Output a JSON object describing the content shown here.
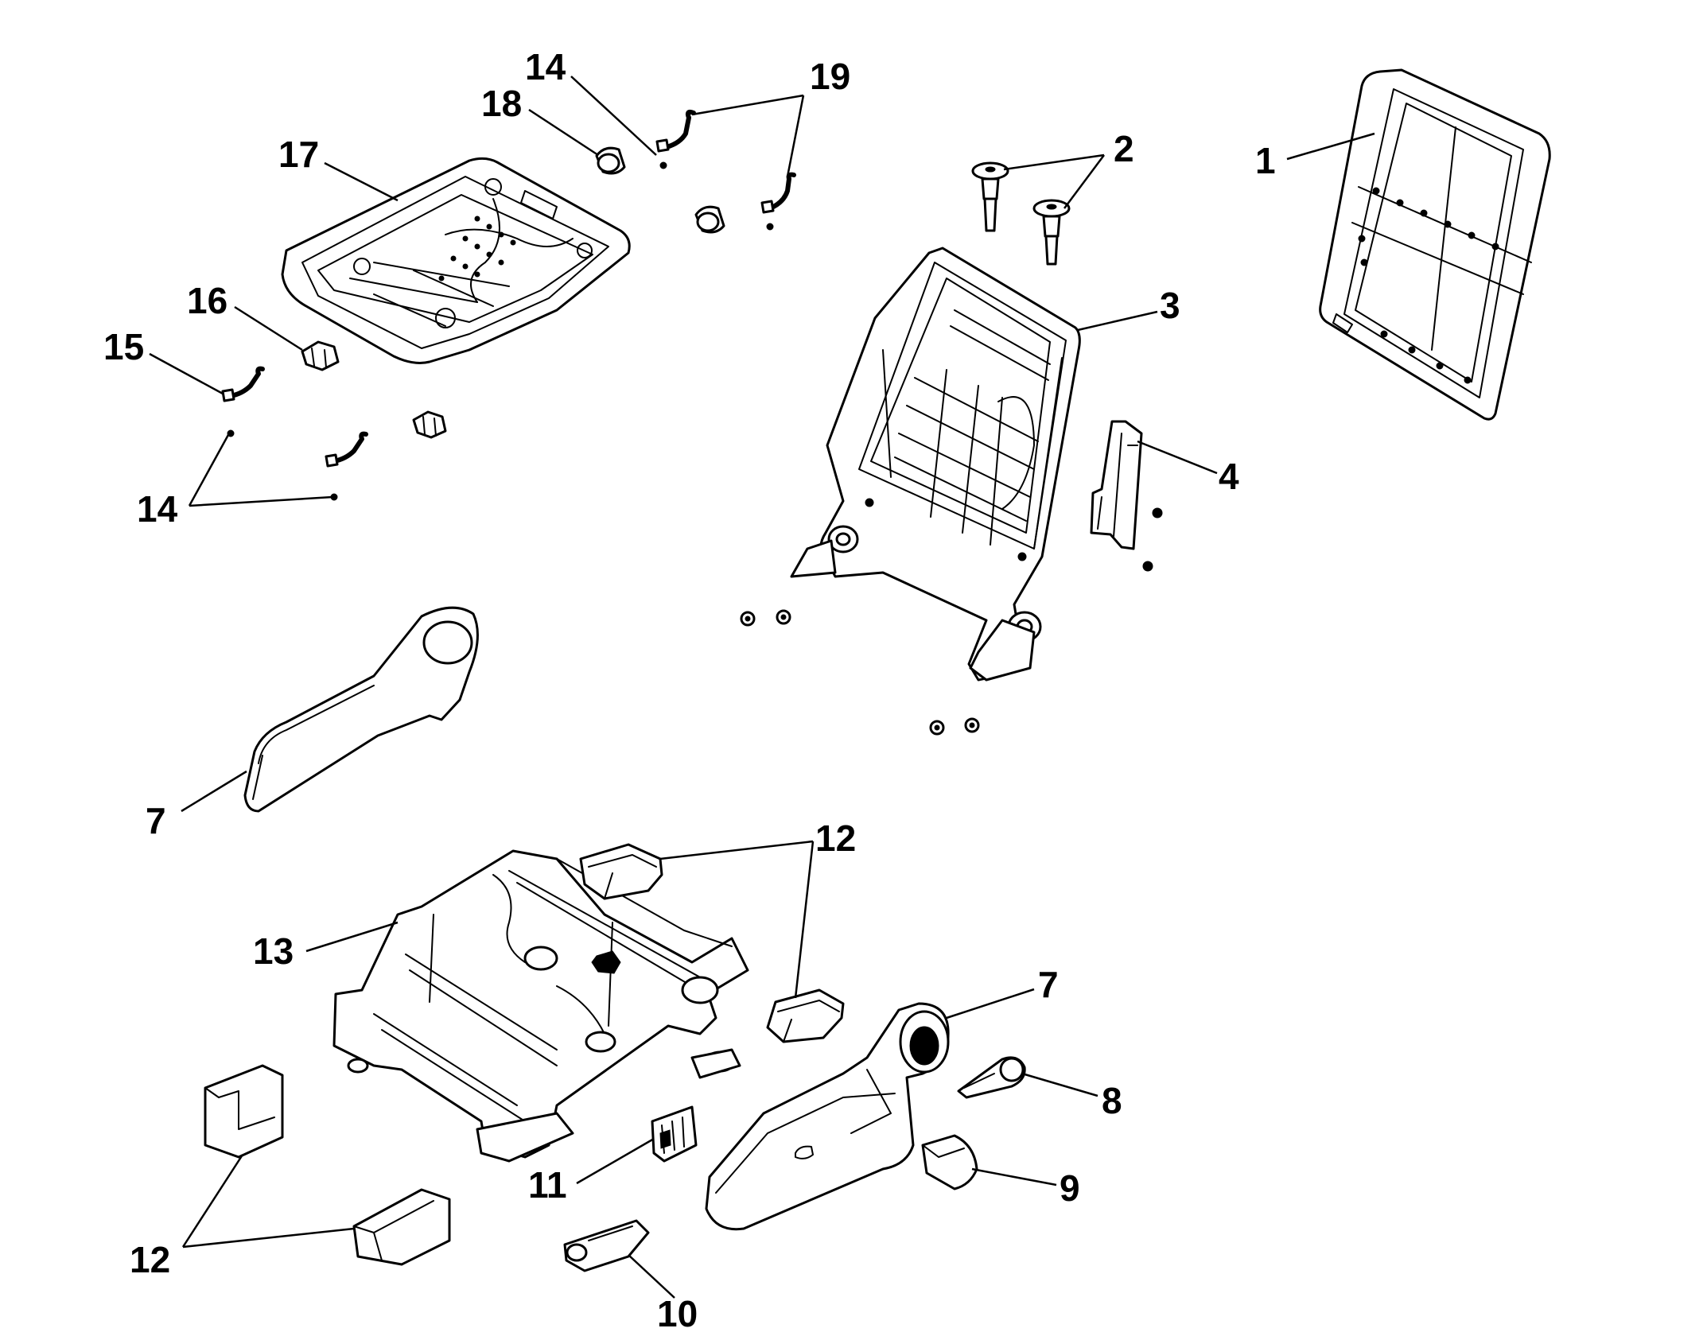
{
  "diagram": {
    "callouts": [
      {
        "id": "c1",
        "label": "1"
      },
      {
        "id": "c2",
        "label": "2"
      },
      {
        "id": "c3",
        "label": "3"
      },
      {
        "id": "c4",
        "label": "4"
      },
      {
        "id": "c7a",
        "label": "7"
      },
      {
        "id": "c7b",
        "label": "7"
      },
      {
        "id": "c8",
        "label": "8"
      },
      {
        "id": "c9",
        "label": "9"
      },
      {
        "id": "c10",
        "label": "10"
      },
      {
        "id": "c11",
        "label": "11"
      },
      {
        "id": "c12a",
        "label": "12"
      },
      {
        "id": "c12b",
        "label": "12"
      },
      {
        "id": "c13",
        "label": "13"
      },
      {
        "id": "c14a",
        "label": "14"
      },
      {
        "id": "c14b",
        "label": "14"
      },
      {
        "id": "c15",
        "label": "15"
      },
      {
        "id": "c16",
        "label": "16"
      },
      {
        "id": "c17",
        "label": "17"
      },
      {
        "id": "c18",
        "label": "18"
      },
      {
        "id": "c19",
        "label": "19"
      }
    ]
  }
}
